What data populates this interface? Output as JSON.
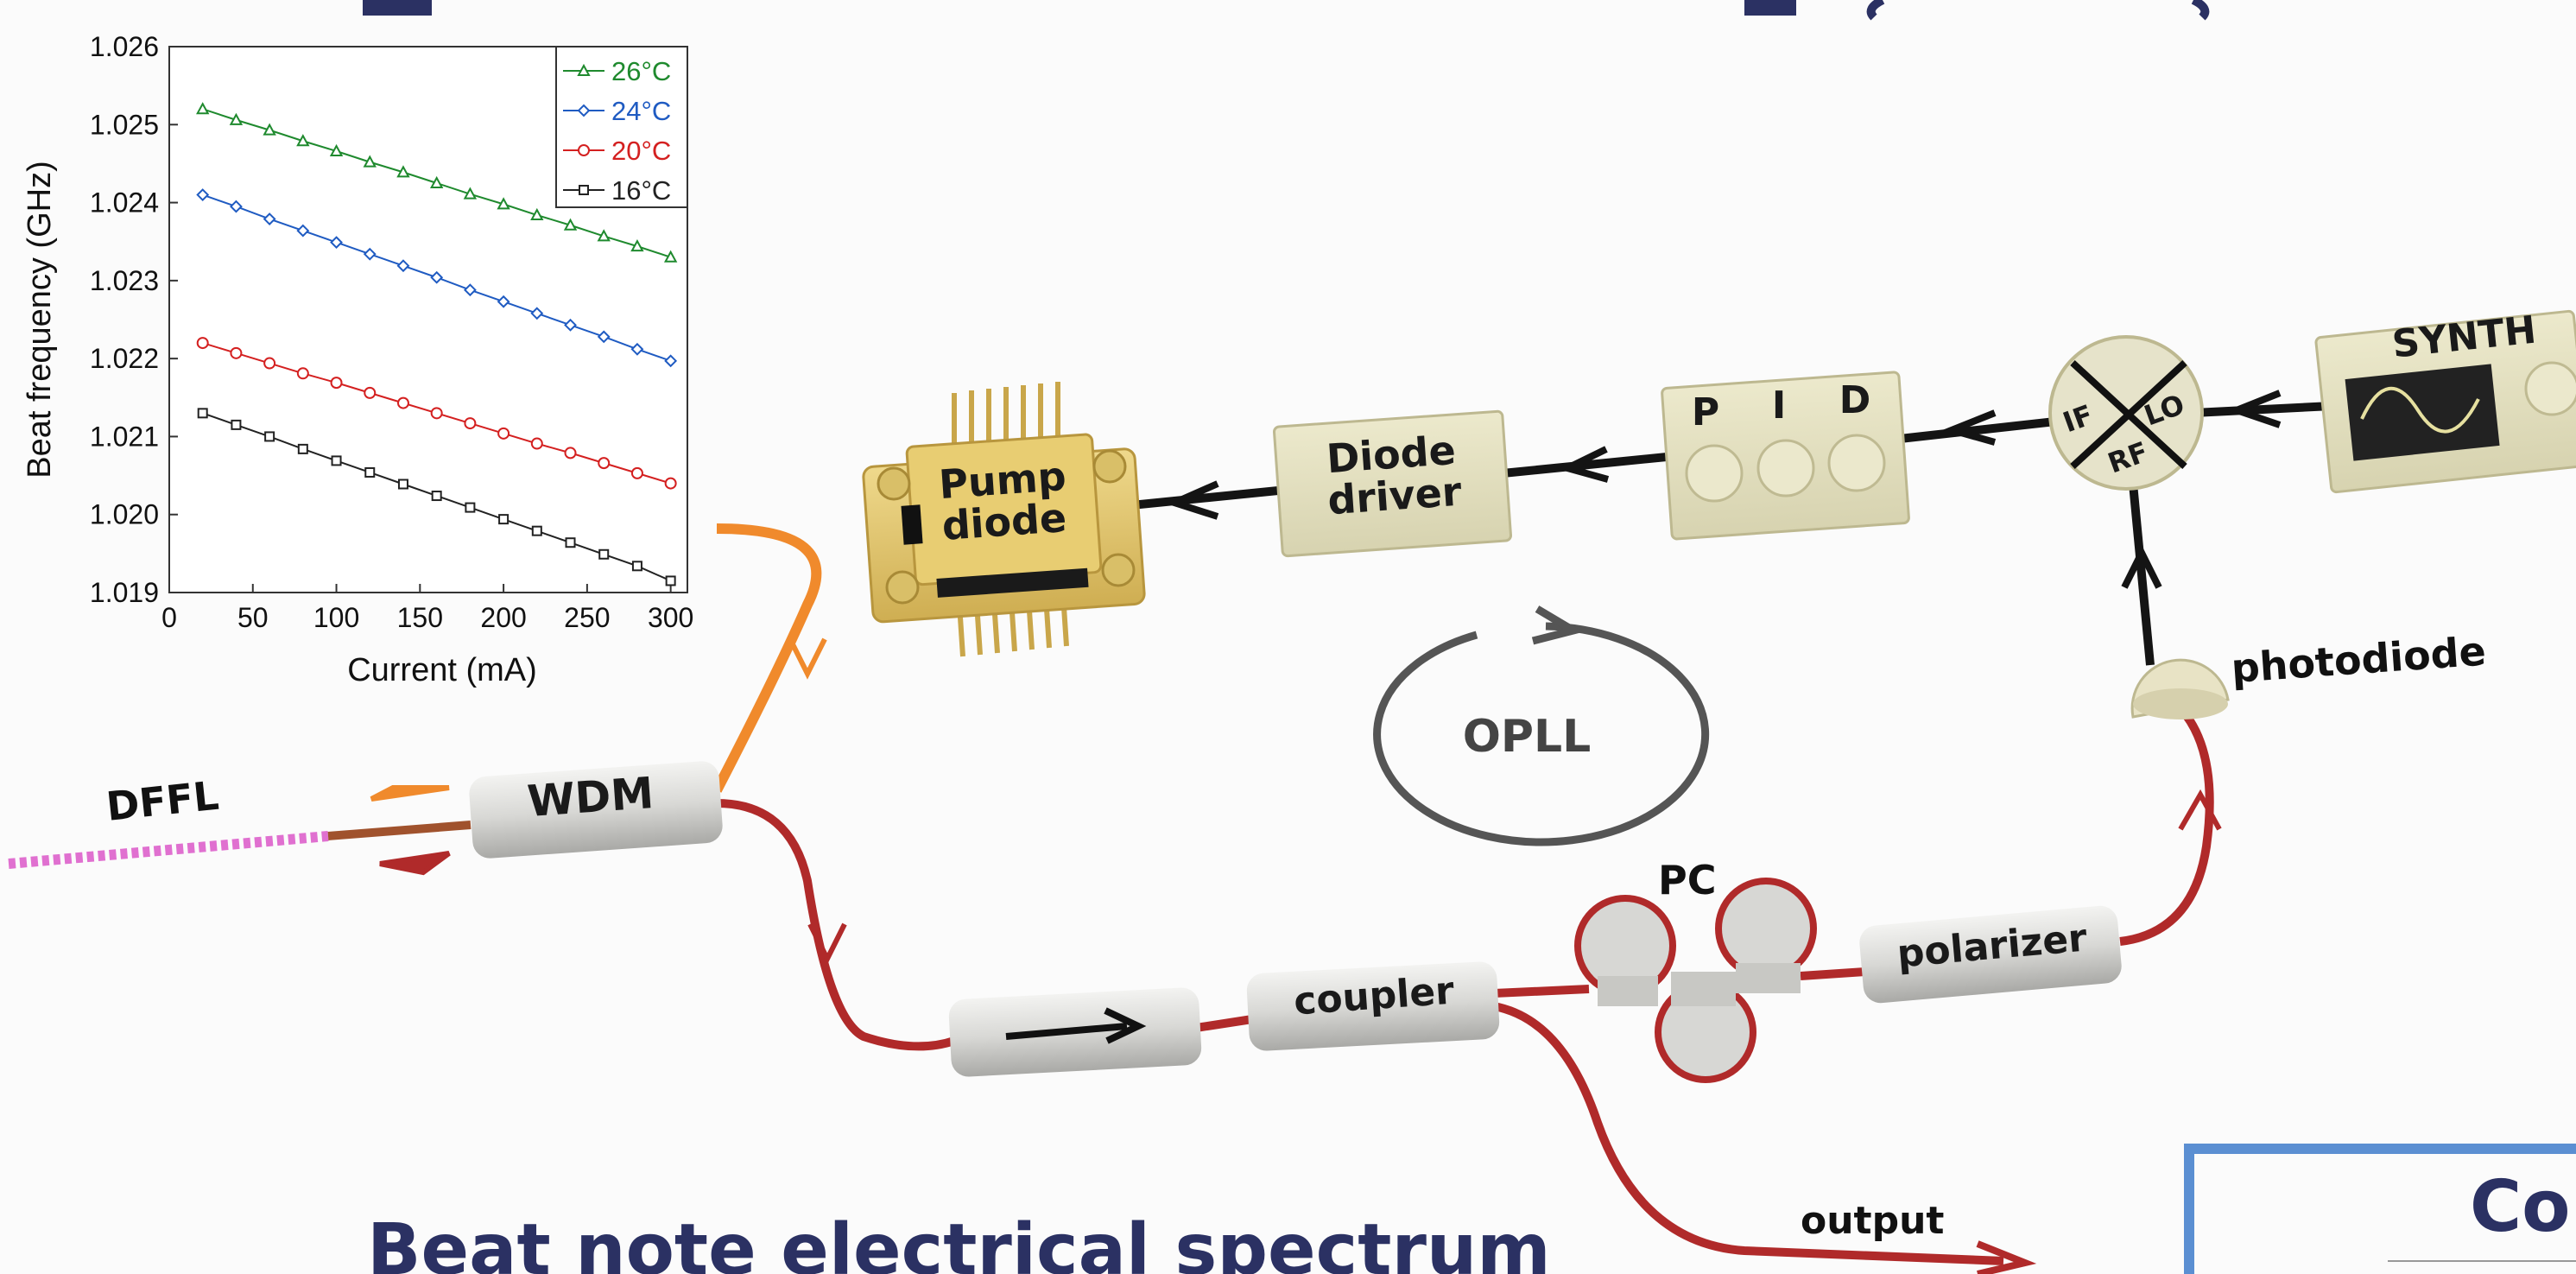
{
  "labels": {
    "dffl": "DFFL",
    "wdm": "WDM",
    "pump_diode_line1": "Pump",
    "pump_diode_line2": "diode",
    "diode_driver_line1": "Diode",
    "diode_driver_line2": "driver",
    "pid_p": "P",
    "pid_i": "I",
    "pid_d": "D",
    "mixer_if": "IF",
    "mixer_lo": "LO",
    "mixer_rf": "RF",
    "synth": "SYNTH",
    "photodiode": "photodiode",
    "opll": "OPLL",
    "pc": "PC",
    "polarizer": "polarizer",
    "coupler": "coupler",
    "output": "output",
    "bottom_heading": "Beat note electrical spectrum",
    "right_heading_fragment": "Co"
  },
  "colors": {
    "fiber_red": "#b02a2a",
    "fiber_orange": "#f08a2c",
    "wire_black": "#141414",
    "block_cream": "#e6e2c2",
    "pump_gold": "#e5c76b",
    "dffl_pink": "#e070d0",
    "heading_navy": "#2b3163",
    "frame_blue": "#5b8fd2"
  },
  "chart_data": {
    "type": "line",
    "xlabel": "Current (mA)",
    "ylabel": "Beat frequency (GHz)",
    "xlim": [
      0,
      310
    ],
    "ylim": [
      1.019,
      1.026
    ],
    "xticks": [
      0,
      50,
      100,
      150,
      200,
      250,
      300
    ],
    "yticks": [
      1.019,
      1.02,
      1.021,
      1.022,
      1.023,
      1.024,
      1.025,
      1.026
    ],
    "ytick_labels": [
      "1.019",
      "1.020",
      "1.021",
      "1.022",
      "1.023",
      "1.024",
      "1.025",
      "1.026"
    ],
    "xtick_labels": [
      "0",
      "50",
      "100",
      "150",
      "200",
      "250",
      "300"
    ],
    "legend_position": "top-right",
    "grid": false,
    "x": [
      20,
      40,
      60,
      80,
      100,
      120,
      140,
      160,
      180,
      200,
      220,
      240,
      260,
      280,
      300
    ],
    "series": [
      {
        "name": "26°C",
        "color": "#1f8a2e",
        "marker": "triangle",
        "values": [
          1.0252,
          1.02506,
          1.02493,
          1.02479,
          1.02466,
          1.02452,
          1.02439,
          1.02425,
          1.02411,
          1.02398,
          1.02384,
          1.02371,
          1.02357,
          1.02344,
          1.0233
        ]
      },
      {
        "name": "24°C",
        "color": "#1f5bc2",
        "marker": "diamond",
        "values": [
          1.0241,
          1.02395,
          1.02379,
          1.02364,
          1.02349,
          1.02334,
          1.02319,
          1.02304,
          1.02288,
          1.02273,
          1.02258,
          1.02243,
          1.02228,
          1.02212,
          1.02197
        ]
      },
      {
        "name": "20°C",
        "color": "#d42020",
        "marker": "circle",
        "values": [
          1.0222,
          1.02207,
          1.02194,
          1.02181,
          1.02169,
          1.02156,
          1.02143,
          1.0213,
          1.02117,
          1.02104,
          1.02091,
          1.02079,
          1.02066,
          1.02053,
          1.0204
        ]
      },
      {
        "name": "16°C",
        "color": "#222222",
        "marker": "square",
        "values": [
          1.0213,
          1.02115,
          1.021,
          1.02084,
          1.02069,
          1.02054,
          1.02039,
          1.02024,
          1.02009,
          1.01994,
          1.01979,
          1.01964,
          1.01949,
          1.01934,
          1.01915
        ]
      }
    ]
  }
}
